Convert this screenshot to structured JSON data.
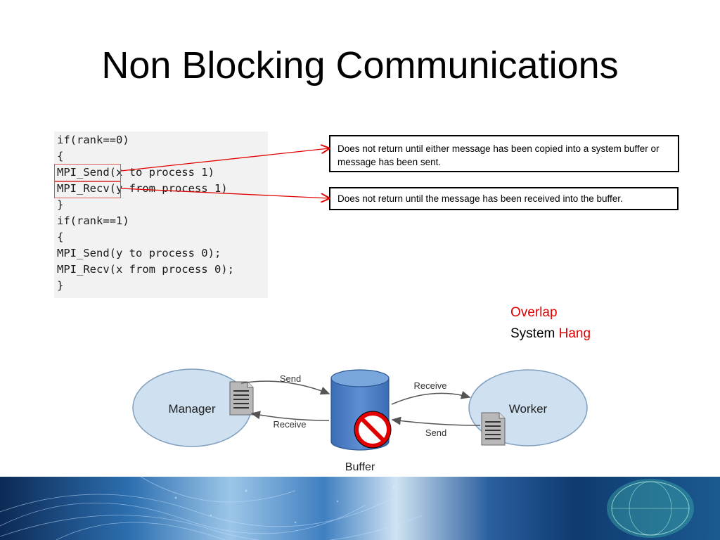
{
  "slide": {
    "title": "Non Blocking Communications"
  },
  "code": {
    "lines": [
      "if(rank==0)",
      "{",
      "MPI_Send(x to process 1)",
      "MPI_Recv(y from process 1)",
      "}",
      "if(rank==1)",
      "{",
      "MPI_Send(y to process 0);",
      "MPI_Recv(x from process 0);",
      "}"
    ]
  },
  "callouts": {
    "send_note": "Does not return until either message has been copied into a system buffer or message has been sent.",
    "recv_note": "Does not return until the message has been received into the buffer."
  },
  "status": {
    "overlap": "Overlap",
    "system": "System",
    "hang": "Hang"
  },
  "diagram": {
    "manager": "Manager",
    "worker": "Worker",
    "buffer": "Buffer",
    "send_top": "Send",
    "receive_bottom_left": "Receive",
    "receive_top_right": "Receive",
    "send_bottom_right": "Send"
  },
  "colors": {
    "accent_red": "#e00000",
    "ellipse_fill": "#cfe0f1",
    "buffer_blue": "#4a7cc4"
  }
}
